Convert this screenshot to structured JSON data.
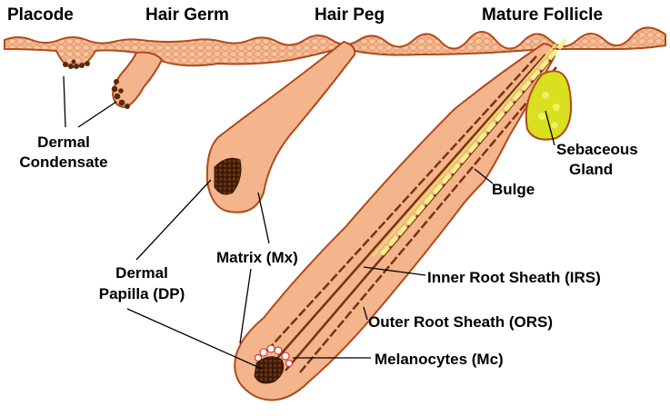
{
  "titles": {
    "placode": "Placode",
    "hair_germ": "Hair Germ",
    "hair_peg": "Hair Peg",
    "mature_follicle": "Mature Follicle"
  },
  "labels": {
    "dermal_condensate_1": "Dermal",
    "dermal_condensate_2": "Condensate",
    "dermal_papilla_1": "Dermal",
    "dermal_papilla_2": "Papilla (DP)",
    "matrix": "Matrix (Mx)",
    "irs": "Inner Root Sheath (IRS)",
    "ors": "Outer Root Sheath (ORS)",
    "melanocytes": "Melanocytes (Mc)",
    "bulge": "Bulge",
    "sebaceous_1": "Sebaceous",
    "sebaceous_2": "Gland"
  },
  "colors": {
    "tissue": "#f4b48c",
    "outline": "#b04a1c",
    "papilla": "#5a2a10",
    "sebaceous": "#d8e020",
    "hair_shaft": "#7a3210",
    "melanocyte": "#ffffff"
  }
}
